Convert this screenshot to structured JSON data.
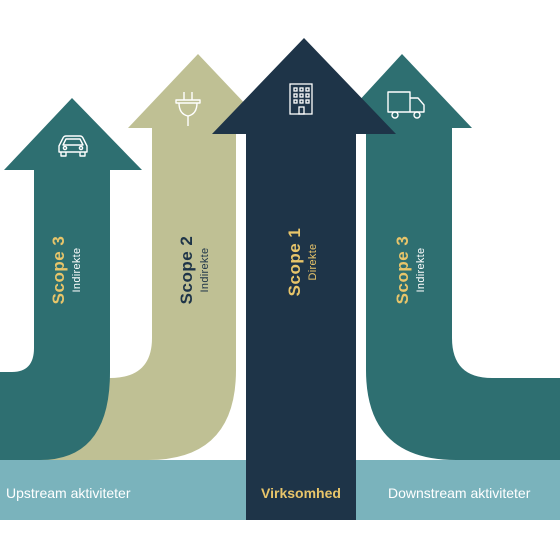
{
  "colors": {
    "teal": "#2e6f71",
    "olive": "#bfc094",
    "navy": "#1e3448",
    "band": "#7ab3bc",
    "gold": "#e8c56a",
    "icon": "#ffffff"
  },
  "arrows": [
    {
      "scope": "Scope 3",
      "sub": "Indirekte",
      "icon": "car-icon"
    },
    {
      "scope": "Scope 2",
      "sub": "Indirekte",
      "icon": "plug-icon"
    },
    {
      "scope": "Scope 1",
      "sub": "Direkte",
      "icon": "building-icon"
    },
    {
      "scope": "Scope 3",
      "sub": "Indirekte",
      "icon": "truck-icon"
    }
  ],
  "bands": {
    "upstream": "Upstream aktiviteter",
    "company": "Virksomhed",
    "downstream": "Downstream aktiviteter"
  }
}
